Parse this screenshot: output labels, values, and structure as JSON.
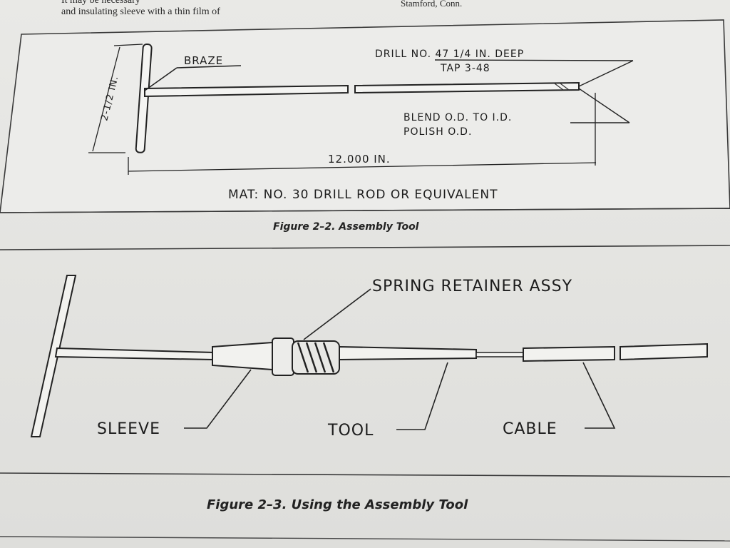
{
  "header": {
    "left_line1": "It may be necessary",
    "left_line2": "and insulating sleeve with a thin film of",
    "right": "Stamford, Conn."
  },
  "figure_2_2": {
    "labels": {
      "braze": "BRAZE",
      "drill": "DRILL NO. 47  1/4 IN. DEEP",
      "tap": "TAP  3-48",
      "blend": "BLEND O.D. TO I.D.",
      "polish": "POLISH O.D.",
      "height_dim": "2-1/2 IN.",
      "length_dim": "12.000 IN.",
      "material": "MAT:  NO. 30 DRILL ROD OR EQUIVALENT"
    },
    "caption": "Figure 2–2.  Assembly Tool"
  },
  "figure_2_3": {
    "labels": {
      "spring_retainer": "SPRING  RETAINER  ASSY",
      "sleeve": "SLEEVE",
      "tool": "TOOL",
      "cable": "CABLE"
    },
    "caption": "Figure 2–3.  Using the Assembly Tool"
  }
}
